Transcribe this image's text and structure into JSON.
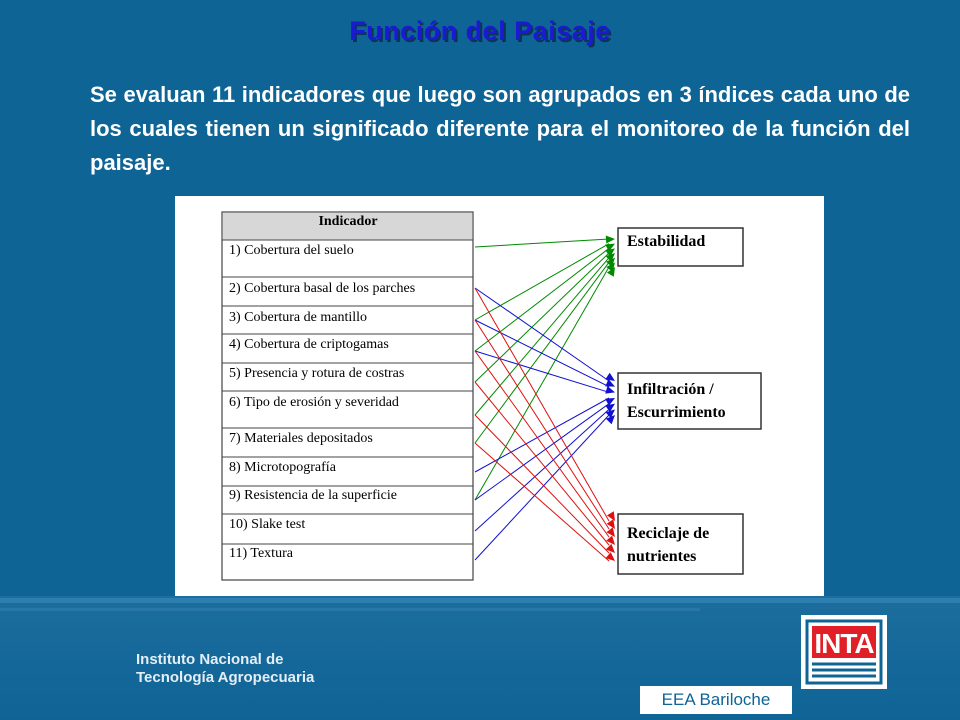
{
  "slide": {
    "title": "Función del Paisaje",
    "subtitle": "Se evaluan 11 indicadores que luego son agrupados en 3 índices cada uno de los cuales tienen un significado diferente para el monitoreo de la función del paisaje."
  },
  "diagram": {
    "header": "Indicador",
    "indicators": [
      "1) Cobertura del suelo",
      "2) Cobertura basal de los parches",
      "3) Cobertura de mantillo",
      "4) Cobertura de criptogamas",
      "5) Presencia y rotura de costras",
      "6) Tipo de erosión y severidad",
      "7) Materiales depositados",
      "8) Microtopografía",
      "9) Resistencia de la superficie",
      "10) Slake test",
      "11) Textura"
    ],
    "outputs": [
      {
        "id": "estabilidad",
        "lines": [
          "Estabilidad"
        ],
        "color": "#008a00"
      },
      {
        "id": "infiltracion",
        "lines": [
          "Infiltración /",
          "Escurrimiento"
        ],
        "color": "#1010d0"
      },
      {
        "id": "reciclaje",
        "lines": [
          "Reciclaje de",
          "nutrientes"
        ],
        "color": "#e01010"
      }
    ],
    "links": {
      "estabilidad": [
        1,
        3,
        4,
        5,
        6,
        7,
        9
      ],
      "infiltracion": [
        2,
        3,
        4,
        8,
        9,
        10,
        11
      ],
      "reciclaje": [
        2,
        3,
        4,
        5,
        6,
        7
      ]
    }
  },
  "footer": {
    "institute_line1": "Instituto Nacional de",
    "institute_line2": "Tecnología Agropecuaria",
    "logo_text": "INTA",
    "station": "EEA Bariloche"
  }
}
